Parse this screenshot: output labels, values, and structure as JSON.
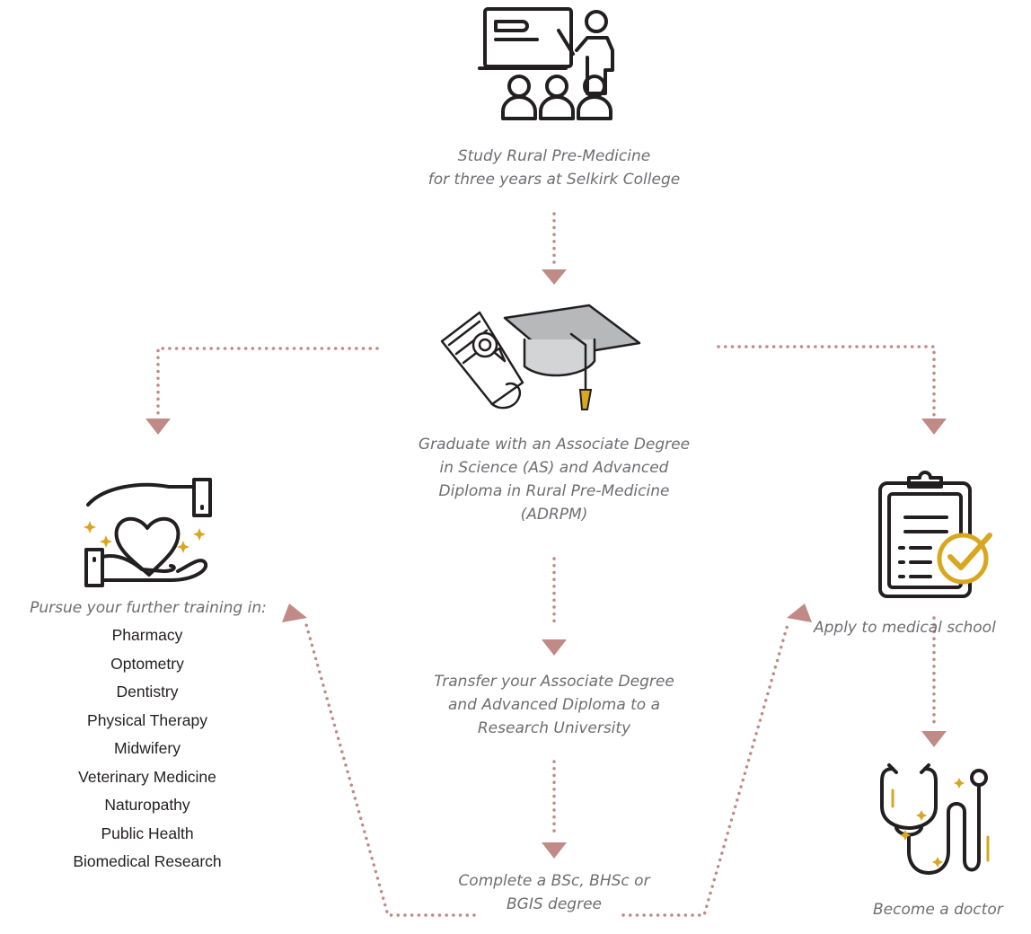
{
  "colors": {
    "connector": "#c08a86",
    "icon_stroke": "#231f20",
    "accent_gold": "#d9a620",
    "cap_gray": "#b7b8ba",
    "caption_text": "#6d6e71",
    "list_text": "#231f20"
  },
  "steps": {
    "study": {
      "line1": "Study Rural Pre-Medicine",
      "line2": "for three years at Selkirk College",
      "icon": "classroom-teacher-icon"
    },
    "graduate": {
      "line1": "Graduate with an Associate Degree",
      "line2": "in Science (AS) and Advanced",
      "line3": "Diploma in Rural Pre-Medicine",
      "line4": "(ADRPM)",
      "icon": "graduation-cap-diploma-icon"
    },
    "transfer": {
      "line1": "Transfer your Associate Degree",
      "line2": "and Advanced Diploma to a",
      "line3": "Research University"
    },
    "complete": {
      "line1": "Complete a BSc, BHSc or",
      "line2": "BGIS degree"
    },
    "further": {
      "label": "Pursue your further training in:",
      "icon": "hands-heart-icon",
      "options": [
        "Pharmacy",
        "Optometry",
        "Dentistry",
        "Physical Therapy",
        "Midwifery",
        "Veterinary Medicine",
        "Naturopathy",
        "Public Health",
        "Biomedical Research"
      ]
    },
    "apply": {
      "label": "Apply to medical school",
      "icon": "clipboard-check-icon"
    },
    "doctor": {
      "label": "Become a doctor",
      "icon": "stethoscope-icon"
    }
  }
}
